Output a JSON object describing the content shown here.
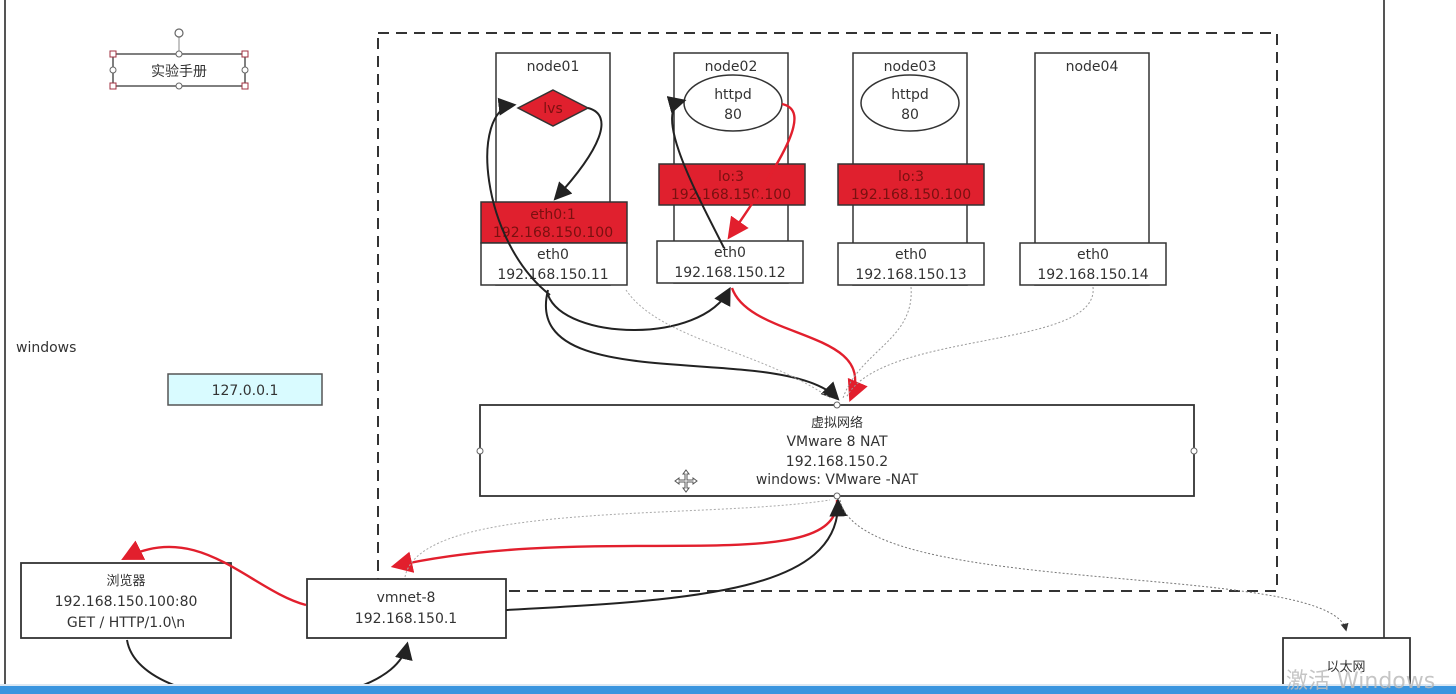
{
  "colors": {
    "red": "#e21f2d",
    "red_fill": "#e0202e",
    "cyan_box": "#d9fbff",
    "taskbar": "#3a95df"
  },
  "top_label": {
    "text": "实验手册"
  },
  "side": {
    "windows_label": "windows",
    "loopback": "127.0.0.1"
  },
  "nodes": [
    {
      "name": "node01",
      "service": [
        "lvs"
      ],
      "iface": [
        "eth0:1",
        "192.168.150.100"
      ],
      "eth": [
        "eth0",
        "192.168.150.11"
      ]
    },
    {
      "name": "node02",
      "service": [
        "httpd",
        "80"
      ],
      "iface": [
        "lo:3",
        "192.168.150.100"
      ],
      "eth": [
        "eth0",
        "192.168.150.12"
      ]
    },
    {
      "name": "node03",
      "service": [
        "httpd",
        "80"
      ],
      "iface": [
        "lo:3",
        "192.168.150.100"
      ],
      "eth": [
        "eth0",
        "192.168.150.13"
      ]
    },
    {
      "name": "node04",
      "service": [],
      "iface": [],
      "eth": [
        "eth0",
        "192.168.150.14"
      ]
    }
  ],
  "nat": {
    "lines": [
      "虚拟网络",
      "VMware 8   NAT",
      "192.168.150.2",
      "windows: VMware -NAT"
    ]
  },
  "browser": {
    "lines": [
      "浏览器",
      "192.168.150.100:80",
      "GET / HTTP/1.0\\n"
    ]
  },
  "vmnet": {
    "lines": [
      "vmnet-8",
      "192.168.150.1"
    ]
  },
  "ethernet": {
    "lines": [
      "以太网"
    ]
  },
  "watermark": "激活 Windows",
  "icons": {
    "move": "move-cursor-icon"
  }
}
